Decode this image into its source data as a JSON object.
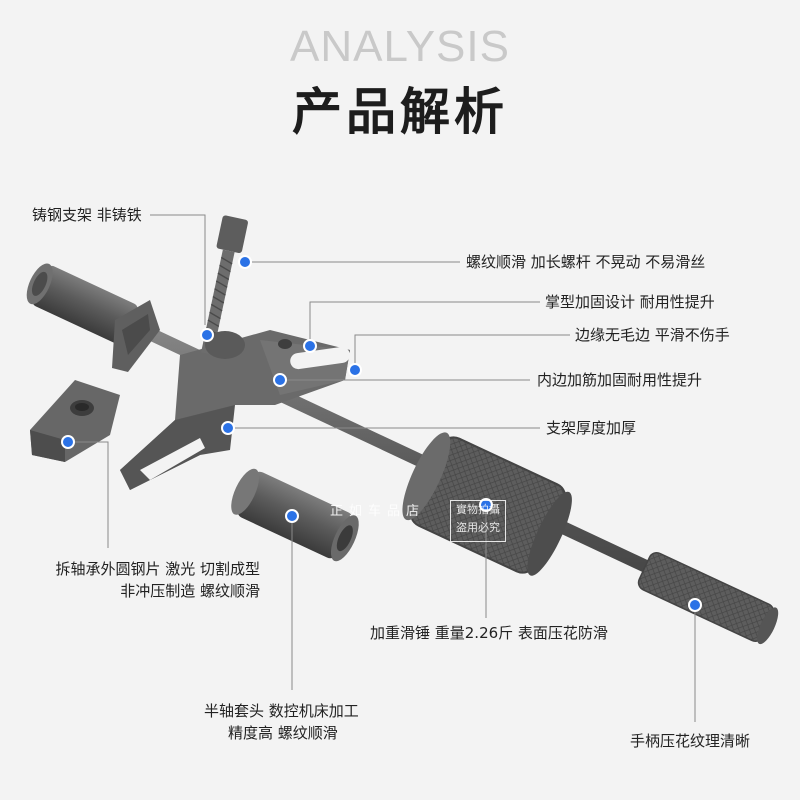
{
  "header": {
    "title_en": "ANALYSIS",
    "title_cn": "产品解析"
  },
  "labels": {
    "cast_bracket": "铸钢支架 非铸铁",
    "thread": "螺纹顺滑 加长螺杆 不晃动 不易滑丝",
    "palm_design": "掌型加固设计 耐用性提升",
    "edge": "边缘无毛边 平滑不伤手",
    "inner_rib": "内边加筋加固耐用性提升",
    "thickness": "支架厚度加厚",
    "bearing_piece_line1": "拆轴承外圆钢片 激光 切割成型",
    "bearing_piece_line2": "非冲压制造 螺纹顺滑",
    "slide_hammer": "加重滑锤 重量2.26斤 表面压花防滑",
    "sleeve_line1": "半轴套头 数控机床加工",
    "sleeve_line2": "精度高 螺纹顺滑",
    "handle": "手柄压花纹理清晰"
  },
  "watermark": {
    "store": "正如车品店",
    "stamp_line1": "實物拍攝",
    "stamp_line2": "盗用必究"
  },
  "colors": {
    "background": "#f3f3f3",
    "accent_dot": "#2b72e6",
    "steel": "#6b6b6b",
    "steel_dark": "#4a4a4a"
  }
}
